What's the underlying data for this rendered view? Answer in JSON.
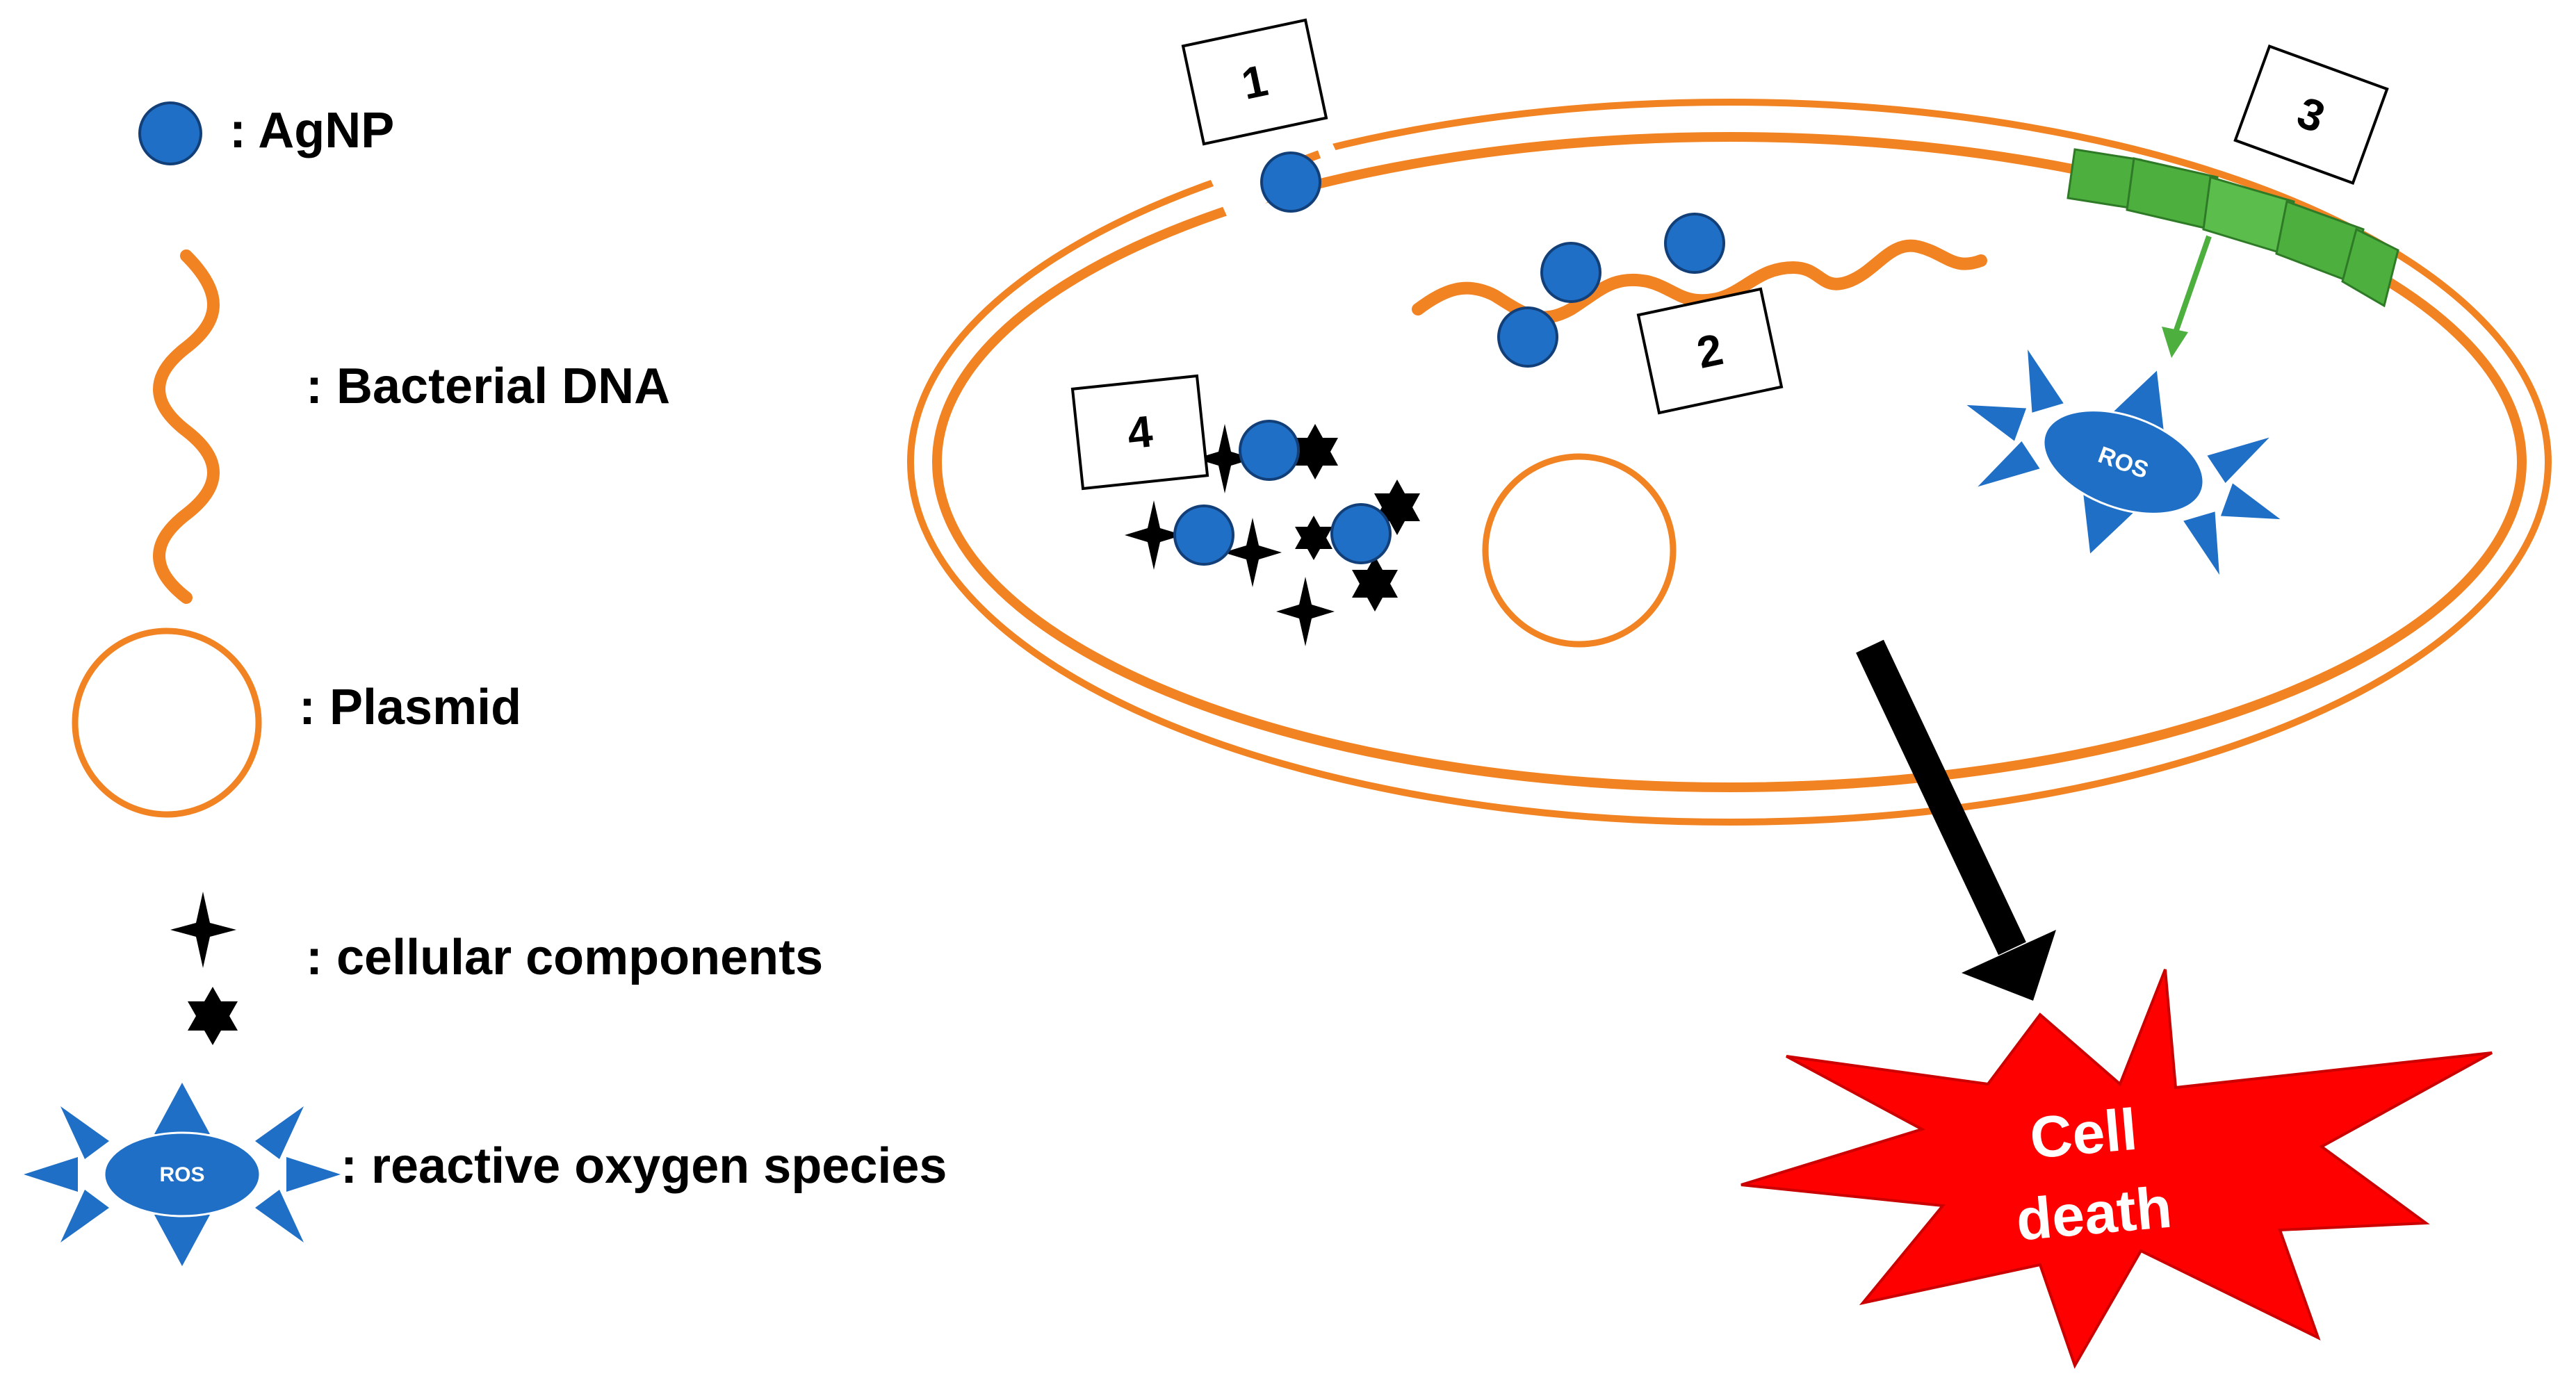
{
  "legend": {
    "agnp": ": AgNP",
    "dna": ": Bacterial DNA",
    "plasmid": ": Plasmid",
    "components": ": cellular components",
    "ros": ": reactive oxygen species"
  },
  "ros_label": "ROS",
  "mechanisms": [
    "1",
    "2",
    "3",
    "4"
  ],
  "outcome": {
    "line1": "Cell",
    "line2": "death"
  },
  "colors": {
    "agnp": "#1f6fc6",
    "membrane": "#f28322",
    "ros": "#1f6fc6",
    "protein": "#4caf3e",
    "cell_death": "#ff0000",
    "arrow": "#000000"
  }
}
